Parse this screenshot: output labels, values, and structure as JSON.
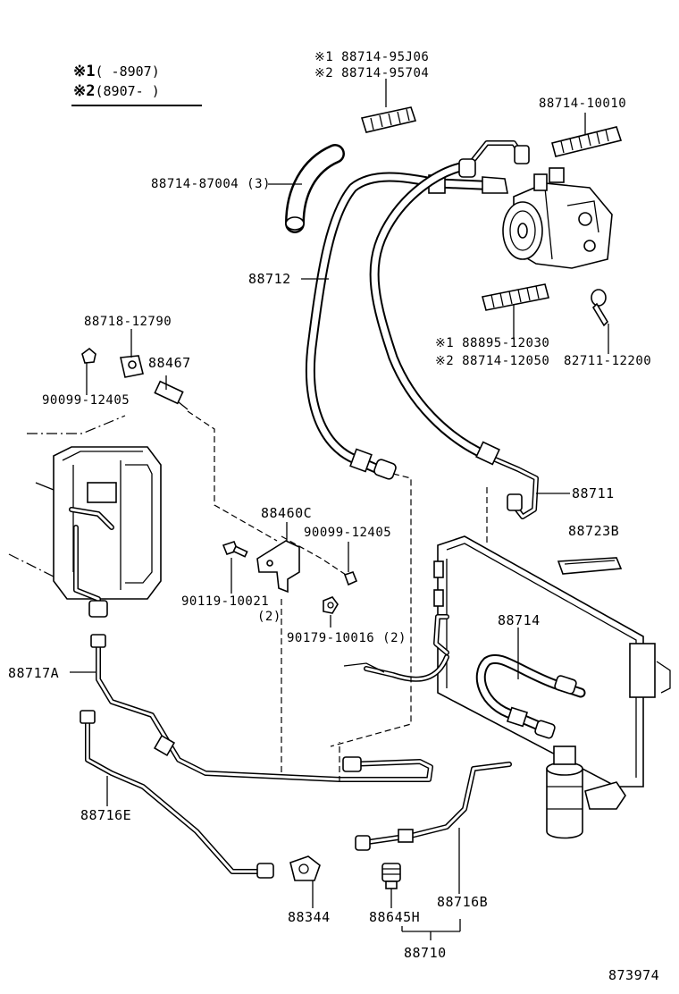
{
  "legend": {
    "line1_mark": "※1",
    "line1_text": "(      -8907)",
    "line2_mark": "※2",
    "line2_text": "(8907-      )"
  },
  "labels": {
    "p_95j06": "※1 88714-95J06",
    "p_95704": "※2 88714-95704",
    "p_10010": "88714-10010",
    "p_87004": "88714-87004 (3)",
    "p_88712": "88712",
    "p_12790": "88718-12790",
    "p_88467": "88467",
    "p_12405a": "90099-12405",
    "p_12030": "※1 88895-12030",
    "p_12050": "※2 88714-12050",
    "p_12200": "82711-12200",
    "p_88711": "88711",
    "p_88460c": "88460C",
    "p_12405b": "90099-12405",
    "p_88723b": "88723B",
    "p_10021": "90119-10021",
    "p_10021_qty": "(2)",
    "p_10016": "90179-10016 (2)",
    "p_88714": "88714",
    "p_88717a": "88717A",
    "p_88716e": "88716E",
    "p_88344": "88344",
    "p_88645h": "88645H",
    "p_88716b": "88716B",
    "p_88710": "88710",
    "figure_no": "873974"
  },
  "colors": {
    "line": "#000000",
    "background": "#ffffff"
  },
  "icons": [
    "compressor-icon",
    "condenser-icon",
    "evaporator-icon",
    "receiver-dryer-icon",
    "pressure-switch-icon",
    "bracket-icon",
    "bolt-icon",
    "nut-icon",
    "clamp-icon",
    "insulator-icon"
  ]
}
